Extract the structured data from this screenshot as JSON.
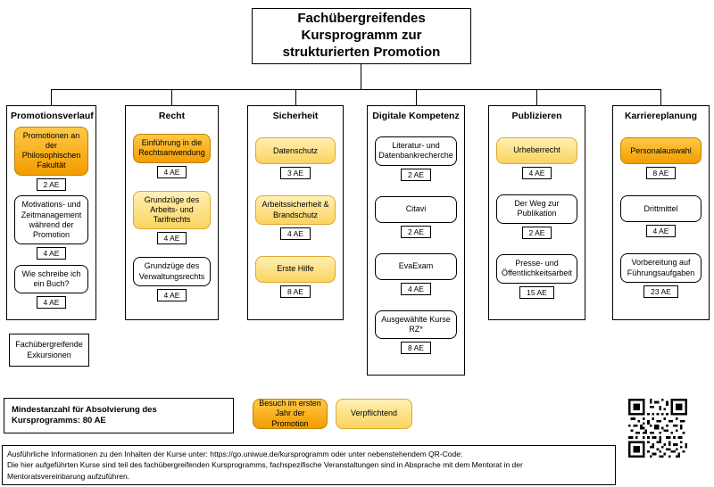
{
  "title": "Fachübergreifendes Kursprogramm zur strukturierten Promotion",
  "columns": [
    {
      "title": "Promotionsverlauf",
      "items": [
        {
          "label": "Promotionen an der Philosophischen Fakultät",
          "ae": "2 AE",
          "style": "orange"
        },
        {
          "label": "Motivations- und Zeitmanagement während der Promotion",
          "ae": "4 AE",
          "style": "white"
        },
        {
          "label": "Wie schreibe ich ein Buch?",
          "ae": "4 AE",
          "style": "white"
        }
      ]
    },
    {
      "title": "Recht",
      "items": [
        {
          "label": "Einführung in die Rechtsanwendung",
          "ae": "4 AE",
          "style": "orange"
        },
        {
          "label": "Grundzüge des Arbeits- und Tarifrechts",
          "ae": "4 AE",
          "style": "yellow"
        },
        {
          "label": "Grundzüge des Verwaltungsrechts",
          "ae": "4 AE",
          "style": "white"
        }
      ]
    },
    {
      "title": "Sicherheit",
      "items": [
        {
          "label": "Datenschutz",
          "ae": "3 AE",
          "style": "yellow"
        },
        {
          "label": "Arbeitssicherheit & Brandschutz",
          "ae": "4 AE",
          "style": "yellow"
        },
        {
          "label": "Erste Hilfe",
          "ae": "8 AE",
          "style": "yellow"
        }
      ]
    },
    {
      "title": "Digitale Kompetenz",
      "items": [
        {
          "label": "Literatur- und Datenbankrecherche",
          "ae": "2 AE",
          "style": "white"
        },
        {
          "label": "Citavi",
          "ae": "2 AE",
          "style": "white"
        },
        {
          "label": "EvaExam",
          "ae": "4 AE",
          "style": "white"
        },
        {
          "label": "Ausgewählte Kurse RZ*",
          "ae": "8 AE",
          "style": "white"
        }
      ]
    },
    {
      "title": "Publizieren",
      "items": [
        {
          "label": "Urheberrecht",
          "ae": "4 AE",
          "style": "yellow"
        },
        {
          "label": "Der Weg zur Publikation",
          "ae": "2 AE",
          "style": "white"
        },
        {
          "label": "Presse- und Öffentlichkeitsarbeit",
          "ae": "15 AE",
          "style": "white"
        }
      ]
    },
    {
      "title": "Karriereplanung",
      "items": [
        {
          "label": "Personalauswahl",
          "ae": "8 AE",
          "style": "orange"
        },
        {
          "label": "Drittmittel",
          "ae": "4 AE",
          "style": "white"
        },
        {
          "label": "Vorbereitung auf Führungsaufgaben",
          "ae": "23 AE",
          "style": "white"
        }
      ]
    }
  ],
  "extra": {
    "label": "Fachübergreifende Exkursionen"
  },
  "min_box": {
    "text": "Mindestanzahl für Absolvierung des Kursprogramms: 80 AE"
  },
  "legend": {
    "items": [
      {
        "label": "Besuch im ersten Jahr der Promotion",
        "style": "orange"
      },
      {
        "label": "Verpflichtend",
        "style": "yellow"
      }
    ]
  },
  "footer": {
    "lines": [
      "Ausführliche Informationen zu den Inhalten der Kurse unter: https://go.uniwue.de/kursprogramm oder unter nebenstehendem QR-Code:",
      "Die hier aufgeführten Kurse sind teil des fachübergreifenden Kursprogramms, fachspezifische Veranstaltungen sind in Absprache mit dem Mentorat in der",
      "Mentoratsvereinbarung aufzuführen."
    ]
  },
  "icons": {
    "qr": "qr-code"
  },
  "colors": {
    "orange_fill": "#F5A300",
    "yellow_fill": "#FBD45C",
    "border": "#000000",
    "background": "#FFFFFF"
  }
}
